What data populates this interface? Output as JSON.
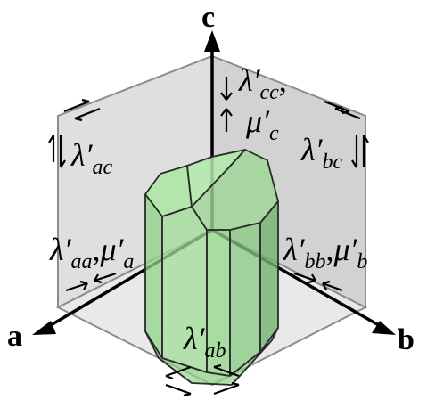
{
  "axes": {
    "a": "a",
    "b": "b",
    "c": "c"
  },
  "labels": {
    "ac": {
      "symbol": "λ′",
      "sub": "ac"
    },
    "bc": {
      "symbol": "λ′",
      "sub": "bc"
    },
    "cc": {
      "symbol": "λ′",
      "sub": "cc",
      "suffix": ","
    },
    "mu_c": {
      "symbol": "μ′",
      "sub": "c"
    },
    "aa": {
      "symbol": "λ′",
      "sub": "aa",
      "suffix": ","
    },
    "mu_a": {
      "symbol": "μ′",
      "sub": "a"
    },
    "bb": {
      "symbol": "λ′",
      "sub": "bb",
      "suffix": ","
    },
    "mu_b": {
      "symbol": "μ′",
      "sub": "b"
    },
    "ab": {
      "symbol": "λ′",
      "sub": "ab"
    }
  },
  "colors": {
    "plane_fill": "#d9d9d9",
    "plane_right_fill": "#cfcfcf",
    "plane_stroke": "#8c8c8c",
    "crystal_light": "#a8e6a0",
    "crystal_mid": "#8fd487",
    "crystal_dark": "#6fae6a",
    "crystal_edge": "#2b2b2b"
  }
}
